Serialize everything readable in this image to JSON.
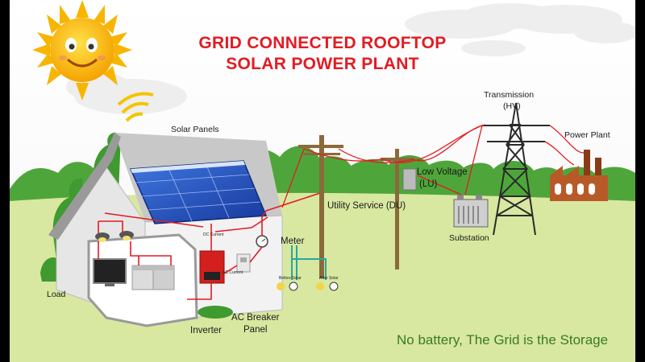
{
  "title": {
    "line1": "GRID CONNECTED ROOFTOP",
    "line2": "SOLAR POWER PLANT"
  },
  "labels": {
    "solar_panels": "Solar Panels",
    "load": "Load",
    "inverter": "Inverter",
    "ac_breaker_line1": "AC Breaker",
    "ac_breaker_line2": "Panel",
    "meter": "Meter",
    "utility_service": "Utility Service (DU)",
    "low_voltage_line1": "Low Voltage",
    "low_voltage_line2": "(LU)",
    "substation": "Substation",
    "transmission_line1": "Transmission",
    "transmission_line2": "(HV)",
    "power_plant": "Power Plant",
    "dc_current": "DC Current",
    "ac_current": "AC Current",
    "before_solar": "Before Solar",
    "after_solar": "After Solar"
  },
  "tagline": "No battery, The Grid is the Storage",
  "colors": {
    "title": "#e31b23",
    "tagline": "#3a7a26",
    "wire": "#e31b23",
    "grass": "#d8e8a0",
    "trees": "#4ea63a",
    "panel": "#1f4fc4",
    "inverter": "#d41f1f",
    "sun": "#f7b500"
  },
  "icons": [
    "sun-icon",
    "house-icon",
    "solar-panel-icon",
    "inverter-icon",
    "breaker-panel-icon",
    "meter-icon",
    "tv-icon",
    "washing-machine-icon",
    "lamp-icon",
    "utility-pole-icon",
    "transformer-icon",
    "substation-icon",
    "transmission-tower-icon",
    "power-plant-icon"
  ]
}
